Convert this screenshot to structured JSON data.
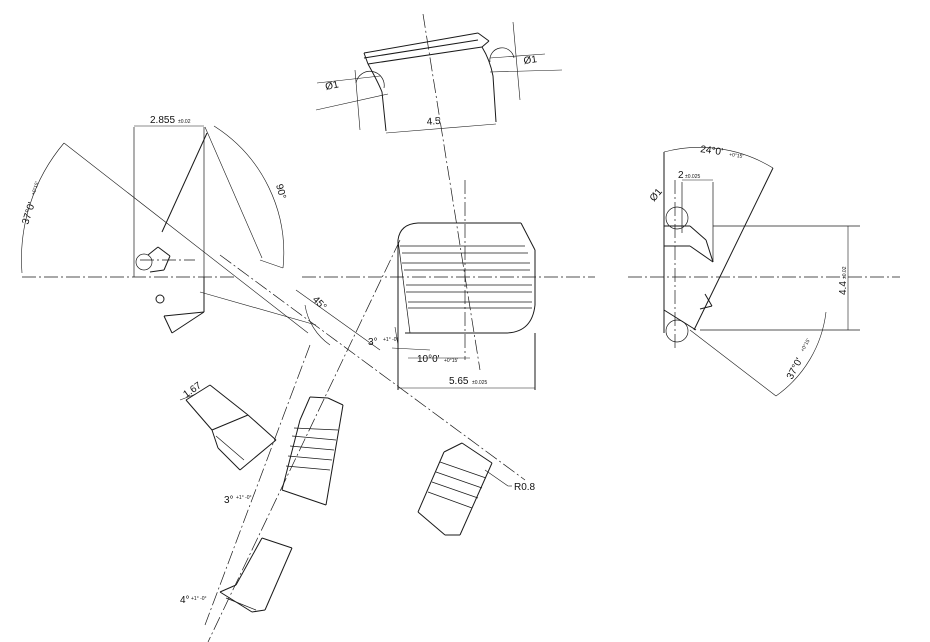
{
  "dimensions": {
    "width_2855": "2.855",
    "tol_2855": "±0.02",
    "angle_37_left": "37°0'",
    "tol_37_left": "+0°15'",
    "angle_90": "90°",
    "angle_45": "45°",
    "diameter_left": "Ø1",
    "diameter_right": "Ø1",
    "length_45": "4.5",
    "angle_3_a": "3°",
    "tol_3_a": "+1° -0°",
    "angle_10": "10°0'",
    "tol_10": "+0°15'",
    "width_565": "5.65",
    "tol_565": "±0.025",
    "dim_167": "1.67",
    "radius_08": "R0.8",
    "angle_3_b": "3°",
    "tol_3_b": "+1° -0°",
    "angle_4": "4°",
    "tol_4": "+1° -0°",
    "angle_24": "24°0'",
    "tol_24": "+0°15'",
    "width_2": "2",
    "tol_2": "±0.025",
    "diameter_far": "Ø1",
    "height_44": "4.4",
    "tol_44": "±0.02",
    "angle_37_right": "37°0'",
    "tol_37_right": "+0°15'"
  }
}
